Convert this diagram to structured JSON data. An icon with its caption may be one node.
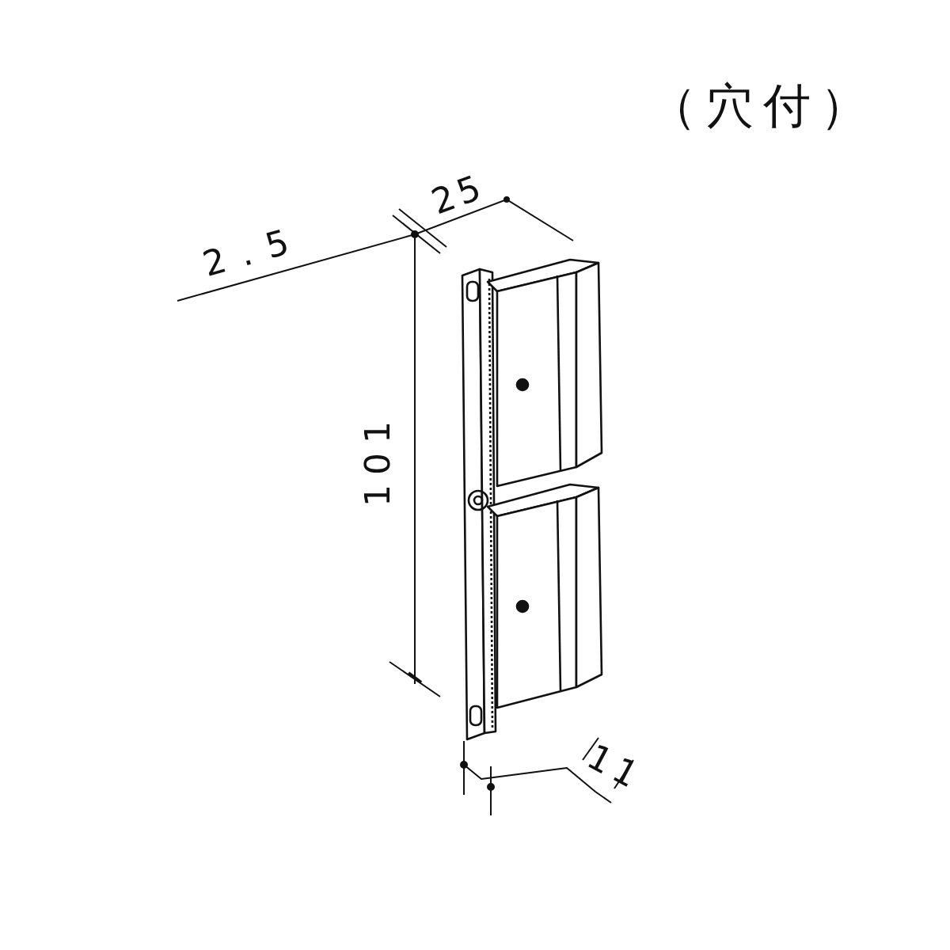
{
  "diagram": {
    "labels": [
      "（穴付）",
      "2.5",
      "25",
      "101",
      "11"
    ]
  }
}
